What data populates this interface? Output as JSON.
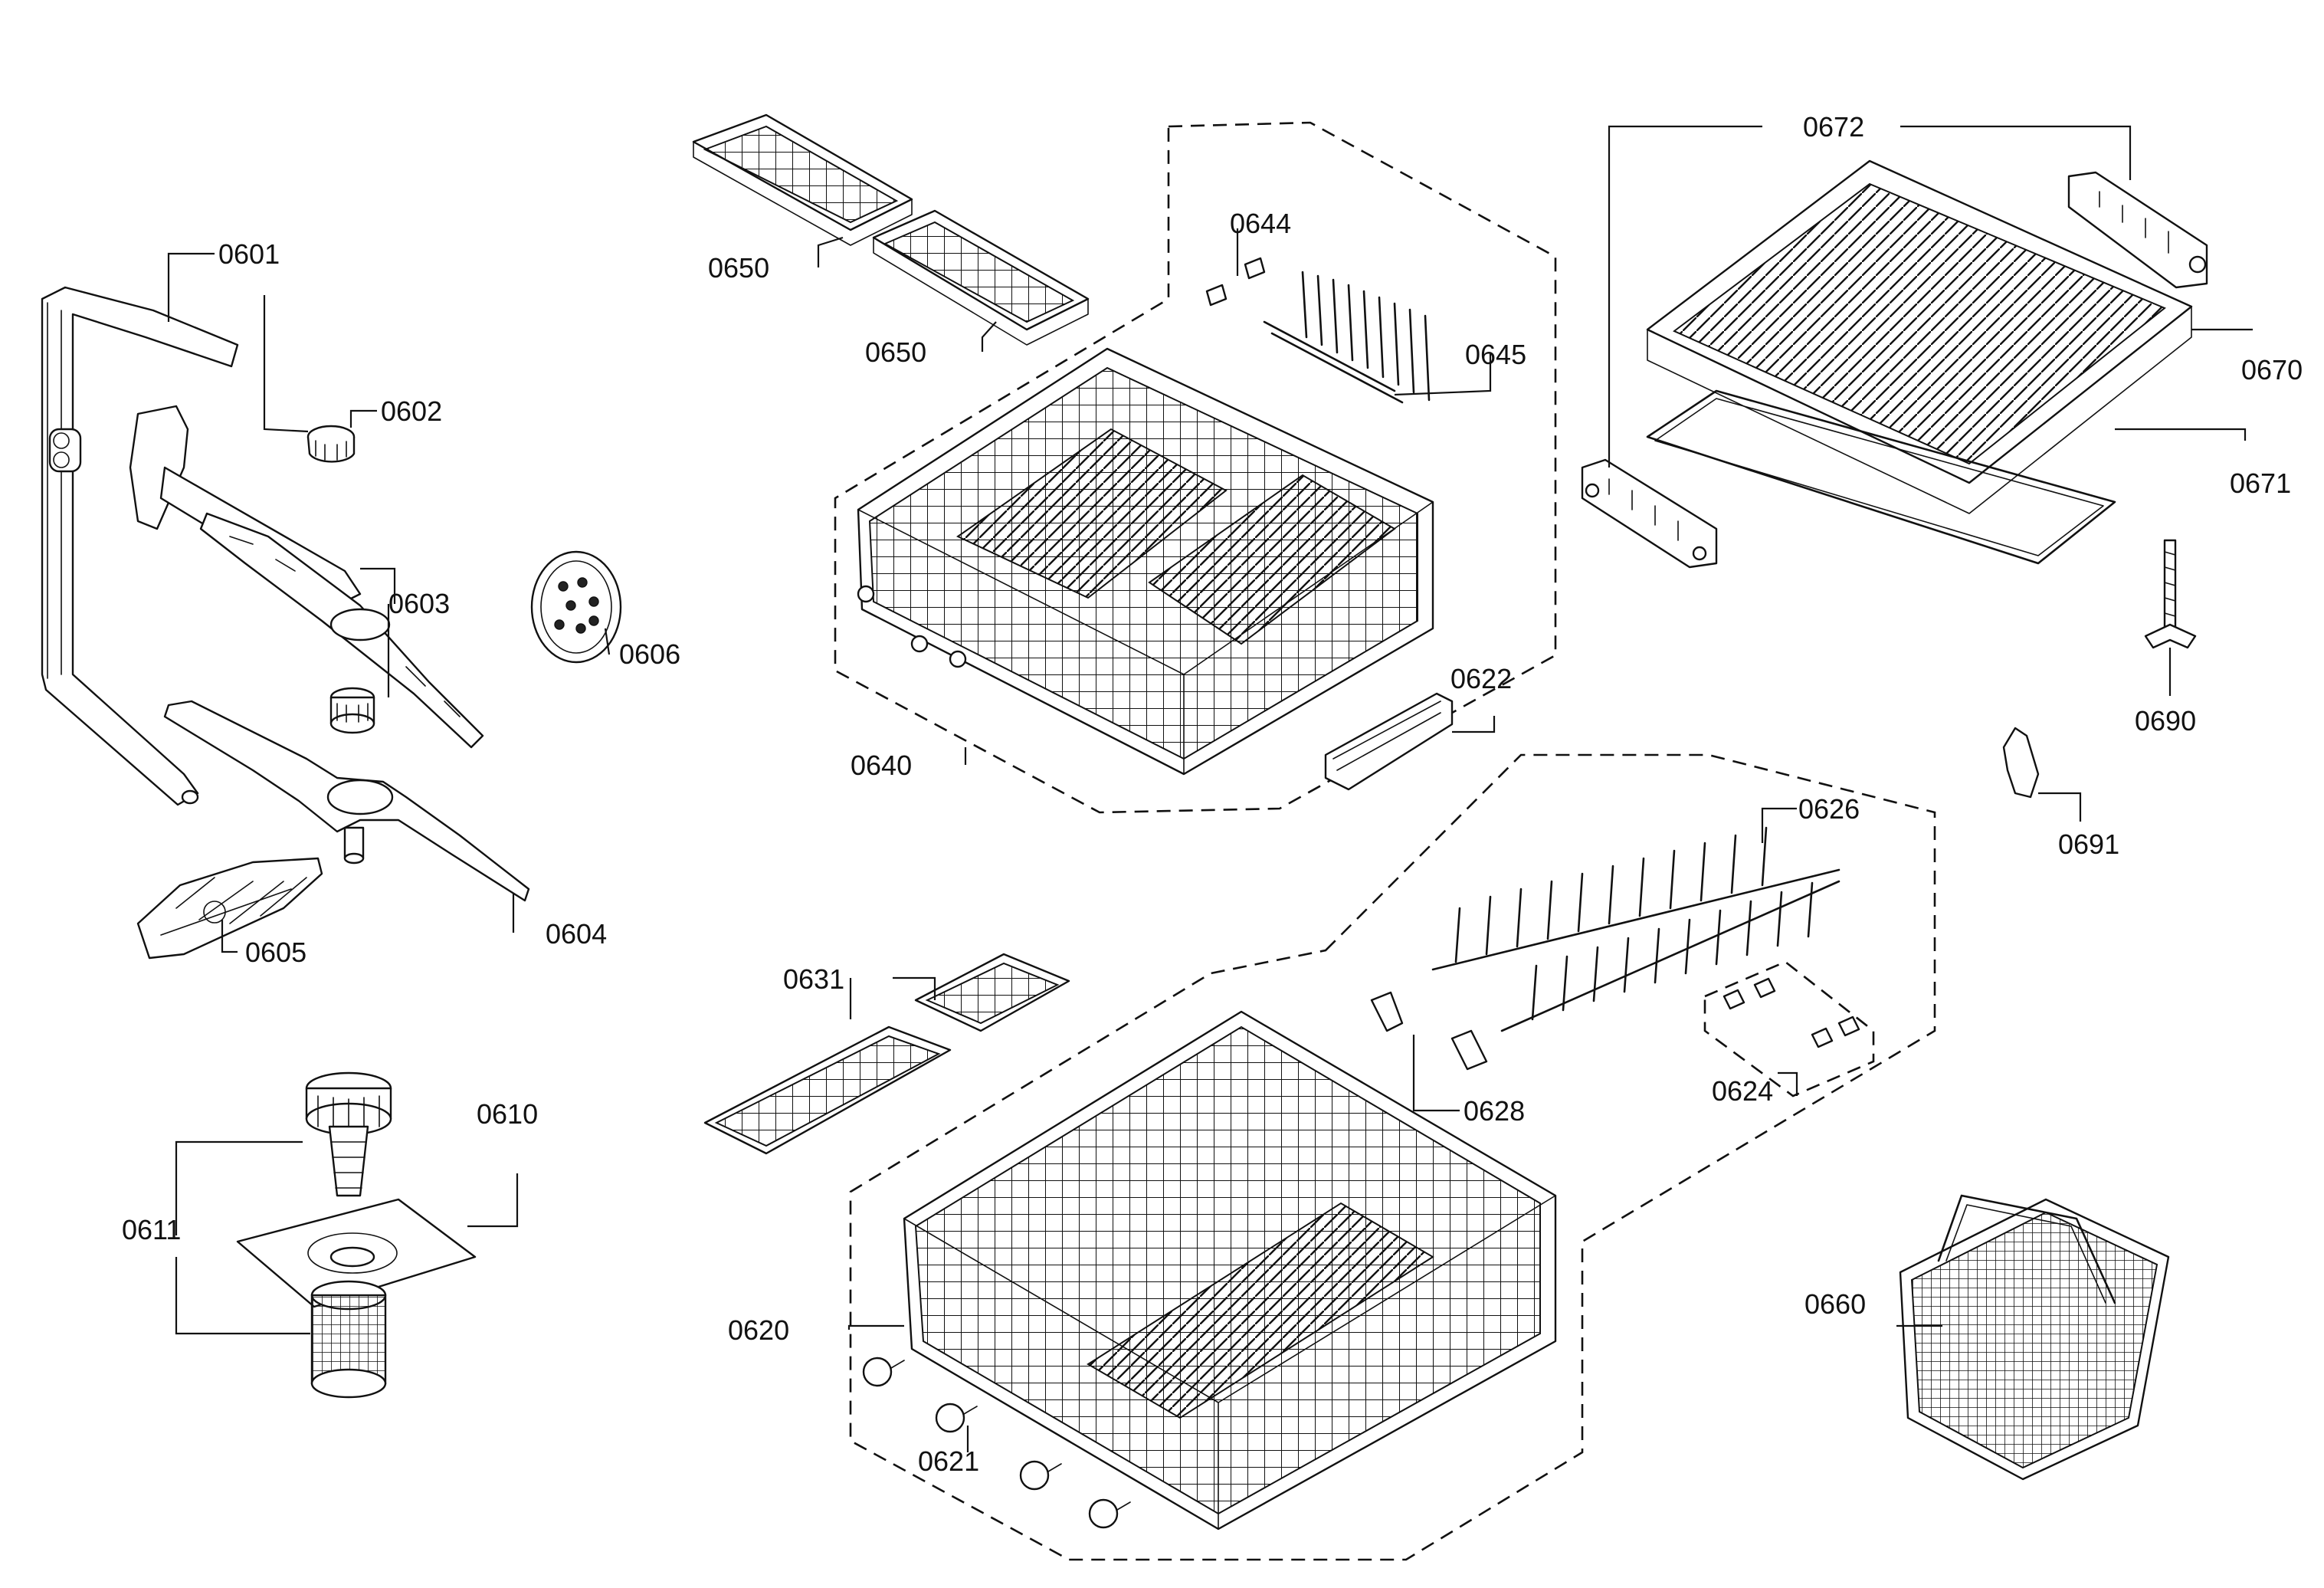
{
  "labels": {
    "p0601": "0601",
    "p0602": "0602",
    "p0603": "0603",
    "p0604": "0604",
    "p0605": "0605",
    "p0606": "0606",
    "p0610": "0610",
    "p0611": "0611",
    "p0620": "0620",
    "p0621": "0621",
    "p0622": "0622",
    "p0624": "0624",
    "p0626": "0626",
    "p0628": "0628",
    "p0631": "0631",
    "p0640": "0640",
    "p0644": "0644",
    "p0645": "0645",
    "p0650a": "0650",
    "p0650b": "0650",
    "p0660": "0660",
    "p0670": "0670",
    "p0671": "0671",
    "p0672": "0672",
    "p0690": "0690",
    "p0691": "0691"
  }
}
